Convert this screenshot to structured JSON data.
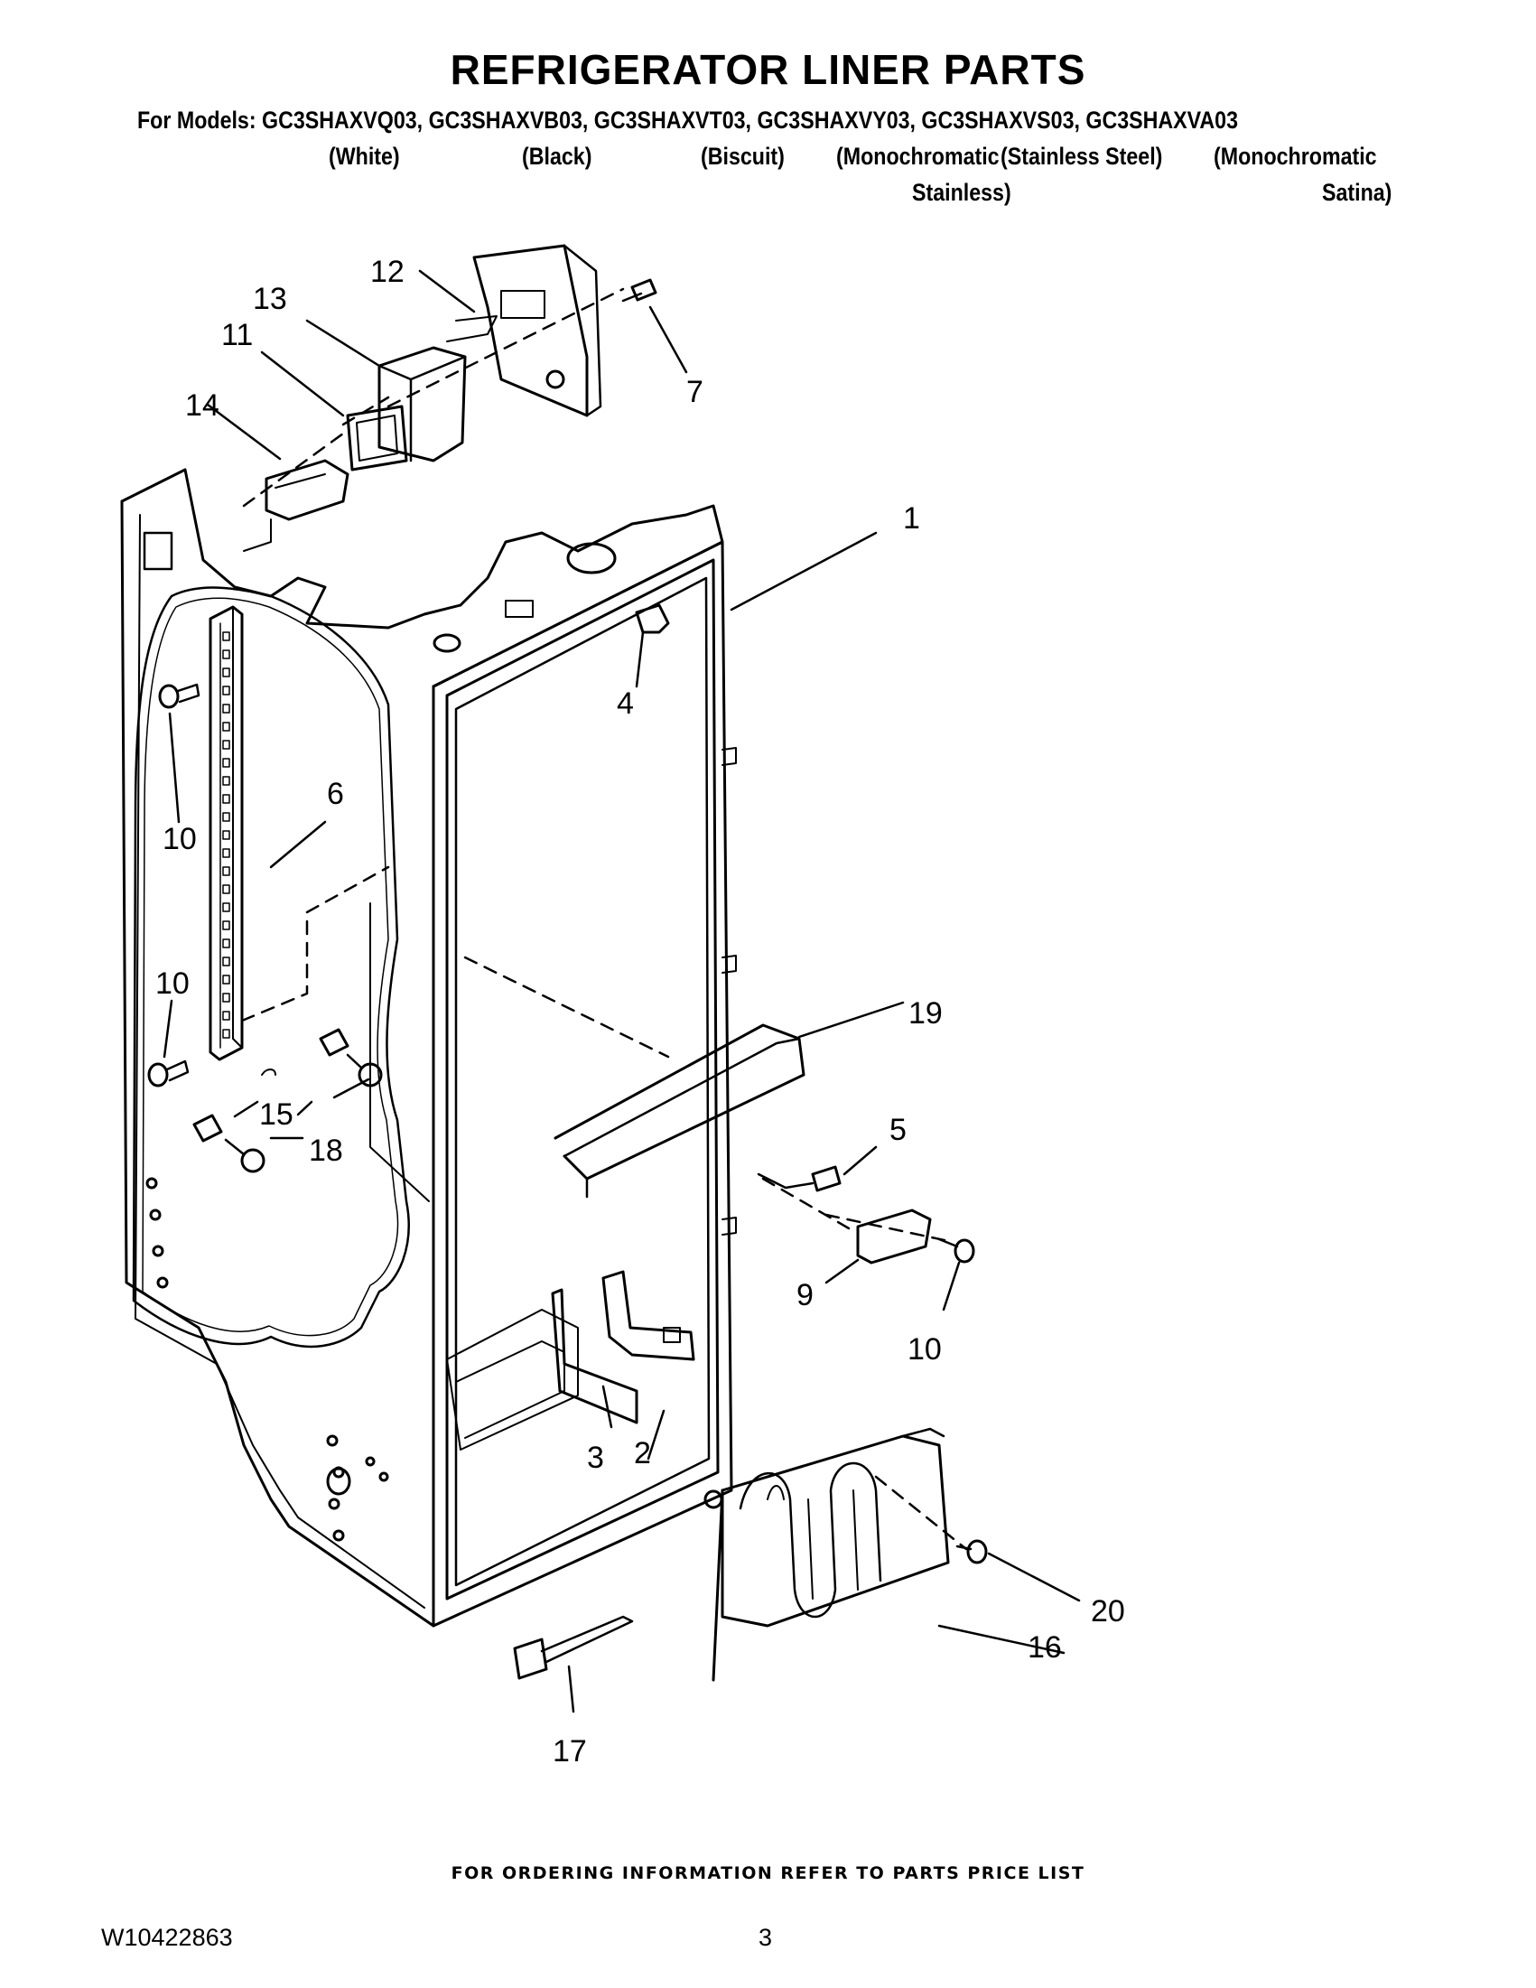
{
  "header": {
    "title": "REFRIGERATOR LINER PARTS",
    "models_line": "For Models: GC3SHAXVQ03, GC3SHAXVB03, GC3SHAXVT03, GC3SHAXVY03, GC3SHAXVS03, GC3SHAXVA03",
    "variants": [
      {
        "line1": "(White)",
        "line2": ""
      },
      {
        "line1": "(Black)",
        "line2": ""
      },
      {
        "line1": "(Biscuit)",
        "line2": ""
      },
      {
        "line1": "(Monochromatic",
        "line2": "Stainless)"
      },
      {
        "line1": "(Stainless Steel)",
        "line2": ""
      },
      {
        "line1": "(Monochromatic",
        "line2": "Satina)"
      }
    ]
  },
  "callouts": [
    "1",
    "2",
    "3",
    "4",
    "5",
    "6",
    "7",
    "9",
    "10",
    "10",
    "10",
    "11",
    "12",
    "13",
    "14",
    "15",
    "16",
    "17",
    "18",
    "19",
    "20"
  ],
  "footer": {
    "ordering_note": "FOR ORDERING INFORMATION REFER TO PARTS PRICE LIST",
    "document_id": "W10422863",
    "page_number": "3"
  }
}
